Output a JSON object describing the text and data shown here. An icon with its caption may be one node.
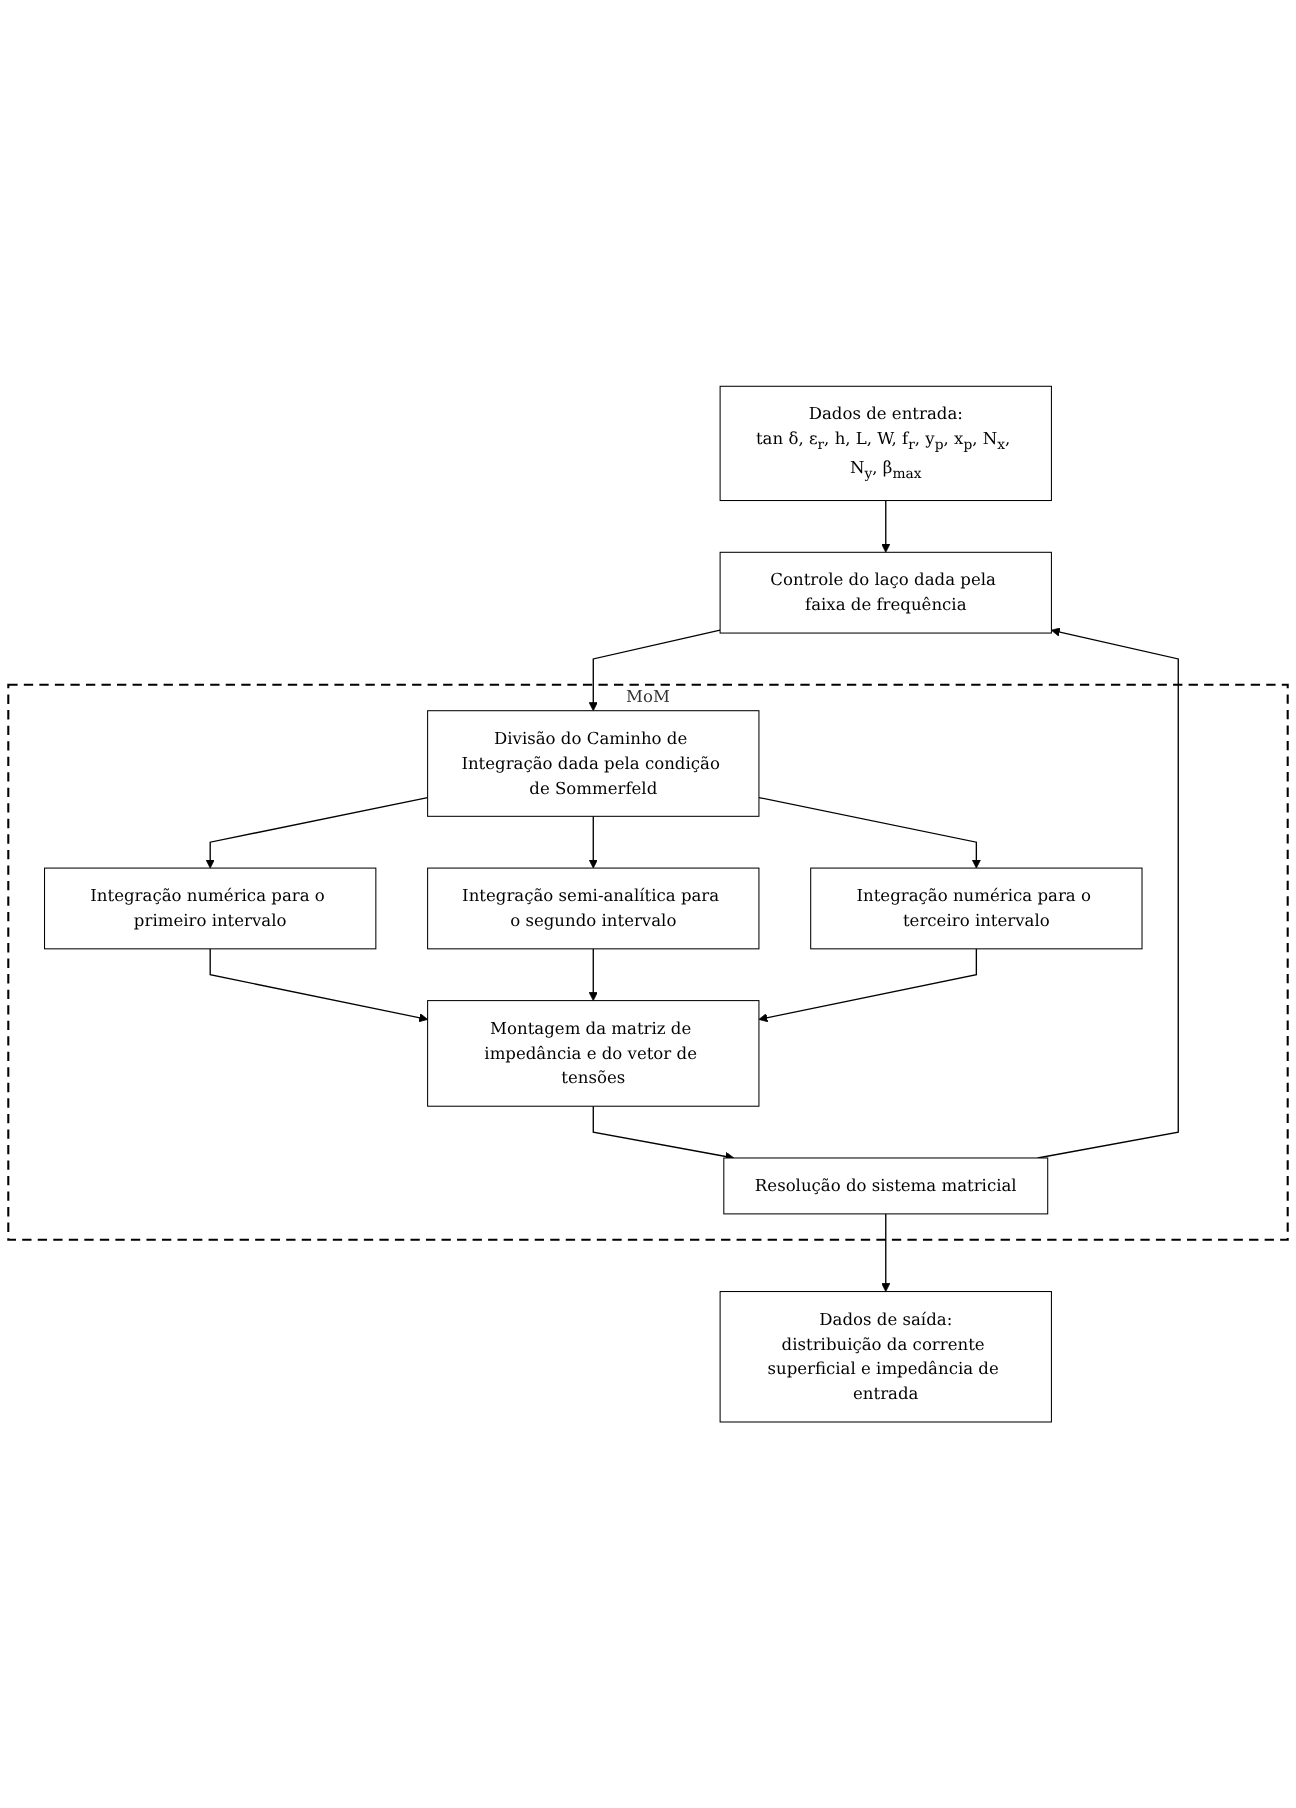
{
  "diagram": {
    "nodes": [
      {
        "text": [
          "Dados de entrada:",
          "tan δ, ε$_{r}$, h, L, W, f$_{r}$, y$_{p}$, x$_{p}$, N$_{x}$, N$_{y}$, β$_{max}$"
        ]
      },
      {
        "text": [
          "Controle do laço dada pela faixa de frequência"
        ]
      },
      {
        "text": [
          "MoM"
        ]
      },
      {
        "text": [
          "Divisão do Caminho de Integração dada pela condição de Sommerfeld"
        ],
        "in": 2
      },
      {
        "text": [
          "Integração numérica para o primeiro intervalo"
        ],
        "in": 2
      },
      {
        "text": [
          "Integração semi-analítica para o segundo intervalo"
        ],
        "in": 2
      },
      {
        "text": [
          "Integração numérica para o terceiro intervalo"
        ],
        "in": 2
      },
      {
        "text": [
          "Montagem da matriz de impedância e do vetor de tensões"
        ],
        "in": 2
      },
      {
        "text": [
          "Resolução do sistema matricial"
        ],
        "in": 2
      },
      {
        "text": [
          "Dados de saída:",
          "distribuição da corrente superficial e impedância de entrada"
        ]
      }
    ],
    "edges": [
      {
        "from": 0,
        "to": 1,
        "arrow": "to"
      },
      {
        "from": 1,
        "to": 3,
        "arrow": "to"
      },
      {
        "from": 3,
        "to": 4,
        "arrow": "to"
      },
      {
        "from": 3,
        "to": 5,
        "arrow": "to"
      },
      {
        "from": 3,
        "to": 6,
        "arrow": "to"
      },
      {
        "from": 4,
        "to": 7,
        "arrow": "to"
      },
      {
        "from": 5,
        "to": 7,
        "arrow": "to"
      },
      {
        "from": 6,
        "to": 7,
        "arrow": "to"
      },
      {
        "from": 7,
        "to": 8,
        "arrow": "to"
      },
      {
        "from": 8,
        "to": 9,
        "arrow": "to"
      },
      {
        "from": 8,
        "to": 1,
        "arrow": "to"
      }
    ]
  }
}
